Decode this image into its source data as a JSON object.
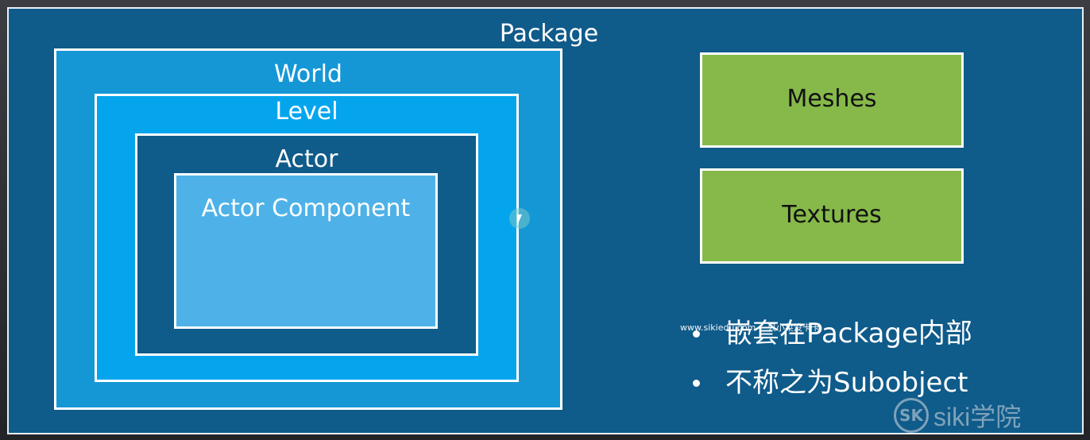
{
  "package": {
    "label": "Package"
  },
  "world": {
    "label": "World"
  },
  "level": {
    "label": "Level"
  },
  "actor": {
    "label": "Actor"
  },
  "actor_component": {
    "label": "Actor Component"
  },
  "assets": [
    {
      "label": "Meshes"
    },
    {
      "label": "Textures"
    }
  ],
  "bullets": [
    "嵌套在Package内部",
    "不称之为Subobject"
  ],
  "watermark": {
    "url": "www.sikiedu.com 一只小菜没卡卡",
    "logo_mark": "SK",
    "logo_text": "siki学院"
  },
  "colors": {
    "package_bg": "#0f5b8a",
    "world_bg": "#1597d6",
    "level_bg": "#05a5ee",
    "actor_bg": "#0f5b8a",
    "actor_component_bg": "#4eb2e8",
    "asset_bg": "#86b94a",
    "border": "#ffffff"
  }
}
